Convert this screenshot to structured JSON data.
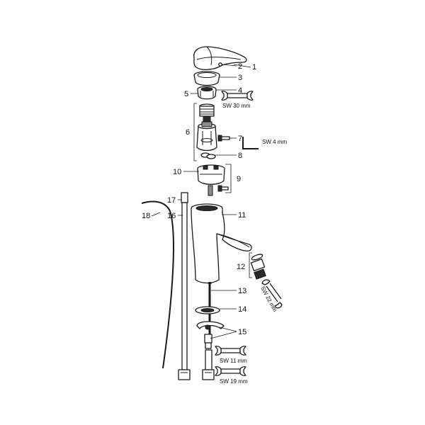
{
  "parts": {
    "p1": "1",
    "p2": "2",
    "p3": "3",
    "p4": "4",
    "p5": "5",
    "p6": "6",
    "p7": "7",
    "p8": "8",
    "p9": "9",
    "p10": "10",
    "p11": "11",
    "p12": "12",
    "p13": "13",
    "p14": "14",
    "p15": "15",
    "p16": "16",
    "p17": "17",
    "p18": "18"
  },
  "tools": {
    "sw30": "SW 30 mm",
    "sw4": "SW 4 mm",
    "sw22": "SW 22 mm",
    "sw11": "SW 11 mm",
    "sw19": "SW 19 mm"
  }
}
